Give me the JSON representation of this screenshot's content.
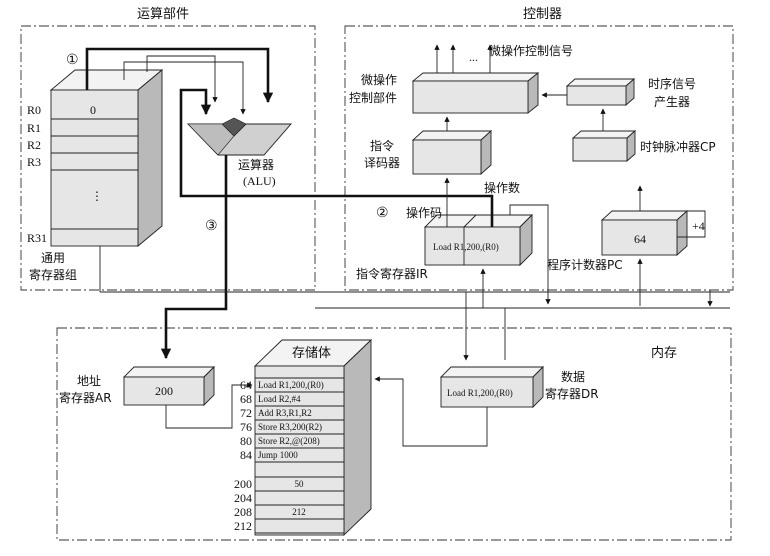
{
  "sections": {
    "alu_unit": "运算部件",
    "controller": "控制器",
    "memory": "内存"
  },
  "step_markers": [
    "①",
    "②",
    "③"
  ],
  "registers": {
    "labels": [
      "R0",
      "R1",
      "R2",
      "R3",
      "R31"
    ],
    "r0_value": "0",
    "ellipsis": "⋮",
    "group_label_line1": "通用",
    "group_label_line2": "寄存器组"
  },
  "alu": {
    "label_line1": "运算器",
    "label_line2": "(ALU)"
  },
  "controller": {
    "micro_signals_label": "微操作控制信号",
    "signal_dots": "...",
    "micro_op_line1": "微操作",
    "micro_op_line2": "控制部件",
    "timing_gen_line1": "时序信号",
    "timing_gen_line2": "产生器",
    "decoder_line1": "指令",
    "decoder_line2": "译码器",
    "clock_label": "时钟脉冲器CP",
    "operand_label": "操作数",
    "opcode_label": "操作码",
    "ir_content": "Load R1,200,(R0)",
    "ir_label": "指令寄存器IR",
    "pc_value": "64",
    "pc_increment": "+4",
    "pc_label": "程序计数器PC"
  },
  "memory": {
    "storage_label": "存储体",
    "ar_value": "200",
    "ar_label_line1": "地址",
    "ar_label_line2": "寄存器AR",
    "dr_content": "Load R1,200,(R0)",
    "dr_label_line1": "数据",
    "dr_label_line2": "寄存器DR",
    "rows": [
      {
        "address": "64",
        "content": "Load R1,200,(R0)"
      },
      {
        "address": "68",
        "content": "Load R2,#4"
      },
      {
        "address": "72",
        "content": "Add R3,R1,R2"
      },
      {
        "address": "76",
        "content": "Store R3,200(R2)"
      },
      {
        "address": "80",
        "content": "Store R2,@(208)"
      },
      {
        "address": "84",
        "content": "Jump 1000"
      },
      {
        "address": "200",
        "content": "50"
      },
      {
        "address": "204",
        "content": ""
      },
      {
        "address": "208",
        "content": "212"
      },
      {
        "address": "212",
        "content": ""
      }
    ]
  }
}
